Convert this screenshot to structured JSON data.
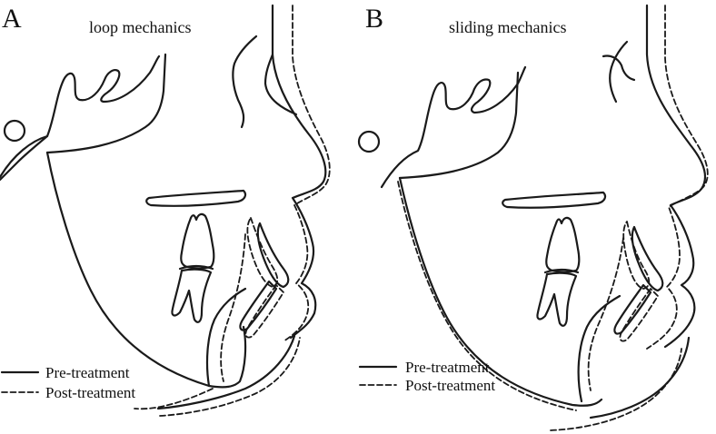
{
  "panels": [
    {
      "letter": "A",
      "title": "loop mechanics",
      "legend": {
        "pre": "Pre-treatment",
        "post": "Post-treatment"
      }
    },
    {
      "letter": "B",
      "title": "sliding mechanics",
      "legend": {
        "pre": "Pre-treatment",
        "post": "Post-treatment"
      }
    }
  ]
}
